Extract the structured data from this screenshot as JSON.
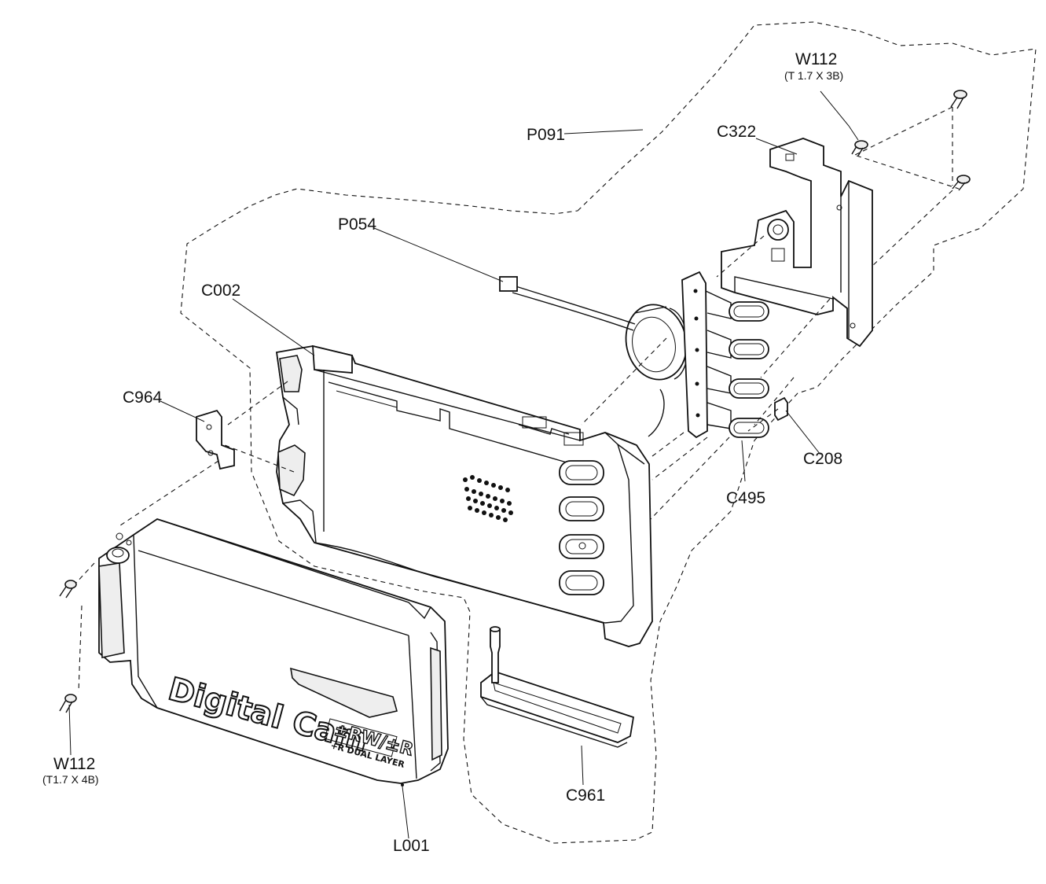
{
  "labels": {
    "w112_top": "W112",
    "w112_top_spec": "(T 1.7 X 3B)",
    "p091": "P091",
    "c322": "C322",
    "p054": "P054",
    "c002": "C002",
    "c964": "C964",
    "c208": "C208",
    "c495": "C495",
    "w112_bottom": "W112",
    "w112_bottom_spec": "(T1.7 X 4B)",
    "c961": "C961",
    "l001": "L001"
  },
  "cover_text": {
    "brand": "Digital Cam",
    "badge": "±RW/±R",
    "badge_sub": "+R DUAL LAYER"
  }
}
